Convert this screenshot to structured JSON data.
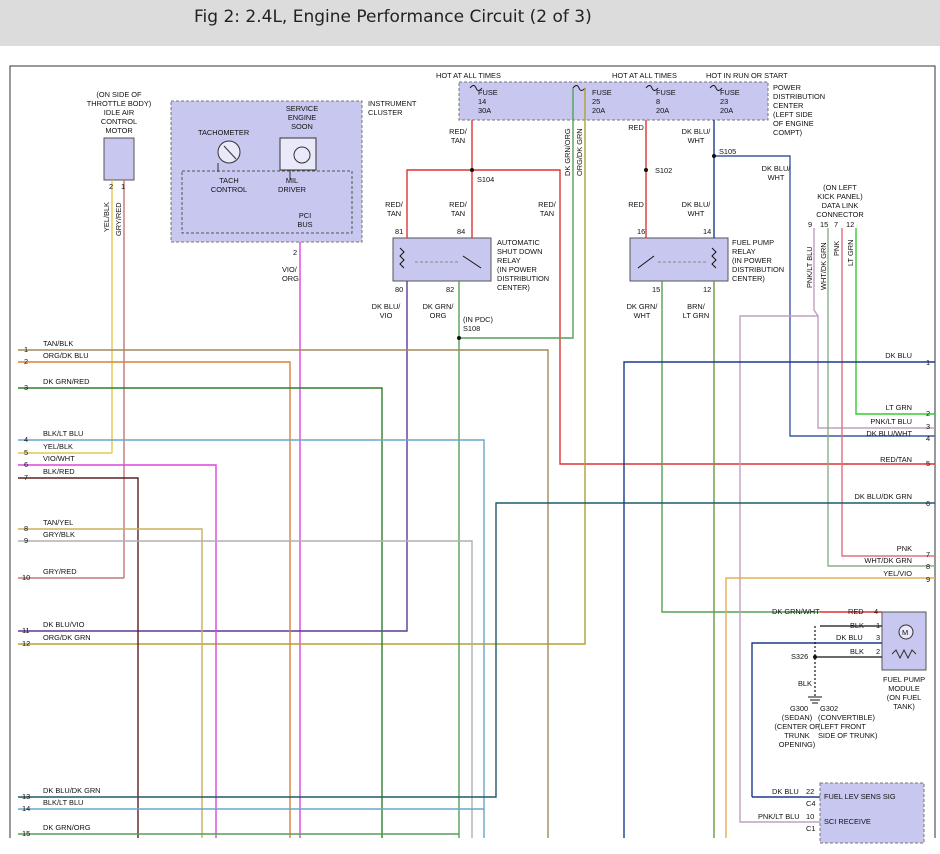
{
  "header": {
    "title": "Fig 2: 2.4L, Engine Performance Circuit (2 of 3)"
  },
  "hot_labels": {
    "hot_at_all_times_1": "HOT AT ALL TIMES",
    "hot_at_all_times_2": "HOT AT ALL TIMES",
    "hot_in_run_or_start": "HOT IN RUN OR START"
  },
  "fuses": [
    {
      "name": "FUSE",
      "number": "14",
      "rating": "30A"
    },
    {
      "name": "FUSE",
      "number": "25",
      "rating": "20A"
    },
    {
      "name": "FUSE",
      "number": "8",
      "rating": "20A"
    },
    {
      "name": "FUSE",
      "number": "23",
      "rating": "20A"
    }
  ],
  "pdc": {
    "l1": "POWER",
    "l2": "DISTRIBUTION",
    "l3": "CENTER",
    "l4": "(LEFT SIDE",
    "l5": "OF ENGINE",
    "l6": "COMPT)"
  },
  "iac": {
    "l1": "(ON SIDE OF",
    "l2": "THROTTLE BODY)",
    "l3": "IDLE AIR",
    "l4": "CONTROL",
    "l5": "MOTOR",
    "pin2": "2",
    "pin1": "1",
    "w2": "YEL/BLK",
    "w1": "GRY/RED"
  },
  "cluster": {
    "l1": "INSTRUMENT",
    "l2": "CLUSTER",
    "tach": "TACHOMETER",
    "ses1": "SERVICE",
    "ses2": "ENGINE",
    "ses3": "SOON",
    "tc1": "TACH",
    "tc2": "CONTROL",
    "mil1": "MIL",
    "mil2": "DRIVER",
    "pci1": "PCI",
    "pci2": "BUS",
    "pin": "2",
    "wire1": "VIO/",
    "wire2": "ORG"
  },
  "asd": {
    "l1": "AUTOMATIC",
    "l2": "SHUT DOWN",
    "l3": "RELAY",
    "l4": "(IN POWER",
    "l5": "DISTRIBUTION",
    "l6": "CENTER)",
    "p81": "81",
    "p84": "84",
    "p80": "80",
    "p82": "82"
  },
  "fpr": {
    "l1": "FUEL PUMP",
    "l2": "RELAY",
    "l3": "(IN POWER",
    "l4": "DISTRIBUTION",
    "l5": "CENTER)",
    "p16": "16",
    "p14": "14",
    "p15": "15",
    "p12": "12"
  },
  "splices": {
    "s104": "S104",
    "s102": "S102",
    "s105": "S105",
    "s108": "S108",
    "inpdc": "(IN PDC)",
    "s326": "S326"
  },
  "top_wires": {
    "red_tan_a1": "RED/",
    "red_tan_a2": "TAN",
    "dkgrnorg": "DK GRN/ORG",
    "orgdkgrn": "ORG/DK GRN",
    "red_a": "RED",
    "dkbluwht_a1": "DK BLU/",
    "dkbluwht_a2": "WHT",
    "dkbluwht_b1": "DK BLU/",
    "dkbluwht_b2": "WHT",
    "red_tan_b1": "RED/",
    "red_tan_b2": "TAN",
    "red_tan_c1": "RED/",
    "red_tan_c2": "TAN",
    "red_tan_d1": "RED/",
    "red_tan_d2": "TAN",
    "red_b": "RED",
    "dkbluwht_c1": "DK BLU/",
    "dkbluwht_c2": "WHT",
    "dkbluvio1": "DK BLU/",
    "dkbluvio2": "VIO",
    "dkgrnorg_b1": "DK GRN/",
    "dkgrnorg_b2": "ORG",
    "dkgrnwht1": "DK GRN/",
    "dkgrnwht2": "WHT",
    "brnltgrn1": "BRN/",
    "brnltgrn2": "LT GRN"
  },
  "dlc": {
    "l1": "(ON LEFT",
    "l2": "KICK PANEL)",
    "l3": "DATA LINK",
    "l4": "CONNECTOR",
    "p9": "9",
    "p15": "15",
    "p7": "7",
    "p12": "12",
    "w9": "PNK/LT BLU",
    "w15": "WHT/DK GRN",
    "w7": "PNK",
    "w12": "LT GRN"
  },
  "left_wires": [
    {
      "num": "1",
      "label": "TAN/BLK",
      "color": "#a08a5a"
    },
    {
      "num": "2",
      "label": "ORG/DK BLU",
      "color": "#d9823a"
    },
    {
      "num": "3",
      "label": "DK GRN/RED",
      "color": "#2e7d2e"
    },
    {
      "num": "4",
      "label": "BLK/LT BLU",
      "color": "#6aa6c8"
    },
    {
      "num": "5",
      "label": "YEL/BLK",
      "color": "#e2c94a"
    },
    {
      "num": "6",
      "label": "VIO/WHT",
      "color": "#dd44dd"
    },
    {
      "num": "7",
      "label": "BLK/RED",
      "color": "#5a2020"
    },
    {
      "num": "8",
      "label": "TAN/YEL",
      "color": "#c8b060"
    },
    {
      "num": "9",
      "label": "GRY/BLK",
      "color": "#b0b0b0"
    },
    {
      "num": "10",
      "label": "GRY/RED",
      "color": "#c07878"
    },
    {
      "num": "11",
      "label": "DK BLU/VIO",
      "color": "#5a3a9a"
    },
    {
      "num": "12",
      "label": "ORG/DK GRN",
      "color": "#b3a030"
    },
    {
      "num": "13",
      "label": "DK BLU/DK GRN",
      "color": "#1f5a6a"
    },
    {
      "num": "14",
      "label": "BLK/LT BLU",
      "color": "#6aa6c8"
    },
    {
      "num": "15",
      "label": "DK GRN/ORG",
      "color": "#55a055"
    }
  ],
  "right_wires": [
    {
      "num": "1",
      "label": "DK BLU",
      "color": "#1a3a8a"
    },
    {
      "num": "2",
      "label": "LT GRN",
      "color": "#33cc33"
    },
    {
      "num": "3",
      "label": "PNK/LT BLU",
      "color": "#c0a0c0"
    },
    {
      "num": "4",
      "label": "DK BLU/WHT",
      "color": "#3a5aa0"
    },
    {
      "num": "5",
      "label": "RED/TAN",
      "color": "#dd3333"
    },
    {
      "num": "6",
      "label": "DK BLU/DK GRN",
      "color": "#1f5a6a"
    },
    {
      "num": "7",
      "label": "PNK",
      "color": "#e07080"
    },
    {
      "num": "8",
      "label": "WHT/DK GRN",
      "color": "#88b088"
    },
    {
      "num": "9",
      "label": "YEL/VIO",
      "color": "#e0b050"
    }
  ],
  "fpm": {
    "l1": "FUEL PUMP",
    "l2": "MODULE",
    "l3": "(ON FUEL",
    "l4": "TANK)",
    "dkgrnwht": "DK GRN/WHT",
    "red": "RED",
    "blk1": "BLK",
    "dkblu": "DK BLU",
    "blk2": "BLK",
    "blk3": "BLK",
    "p4": "4",
    "p1": "1",
    "p3": "3",
    "p2": "2",
    "m": "M"
  },
  "grounds": {
    "g300": "G300",
    "g302": "G302",
    "sedan1": "(SEDAN)",
    "sedan2": "(CENTER OF",
    "sedan3": "TRUNK",
    "sedan4": "OPENING)",
    "conv1": "(CONVERTIBLE)",
    "conv2": "(LEFT FRONT",
    "conv3": "SIDE OF TRUNK)"
  },
  "bottom_box": {
    "dkblu": "DK BLU",
    "pnkltblu": "PNK/LT BLU",
    "p22": "22",
    "c4": "C4",
    "p10": "10",
    "c1": "C1",
    "t1": "FUEL LEV SENS SIG",
    "t2": "SCI RECEIVE"
  }
}
